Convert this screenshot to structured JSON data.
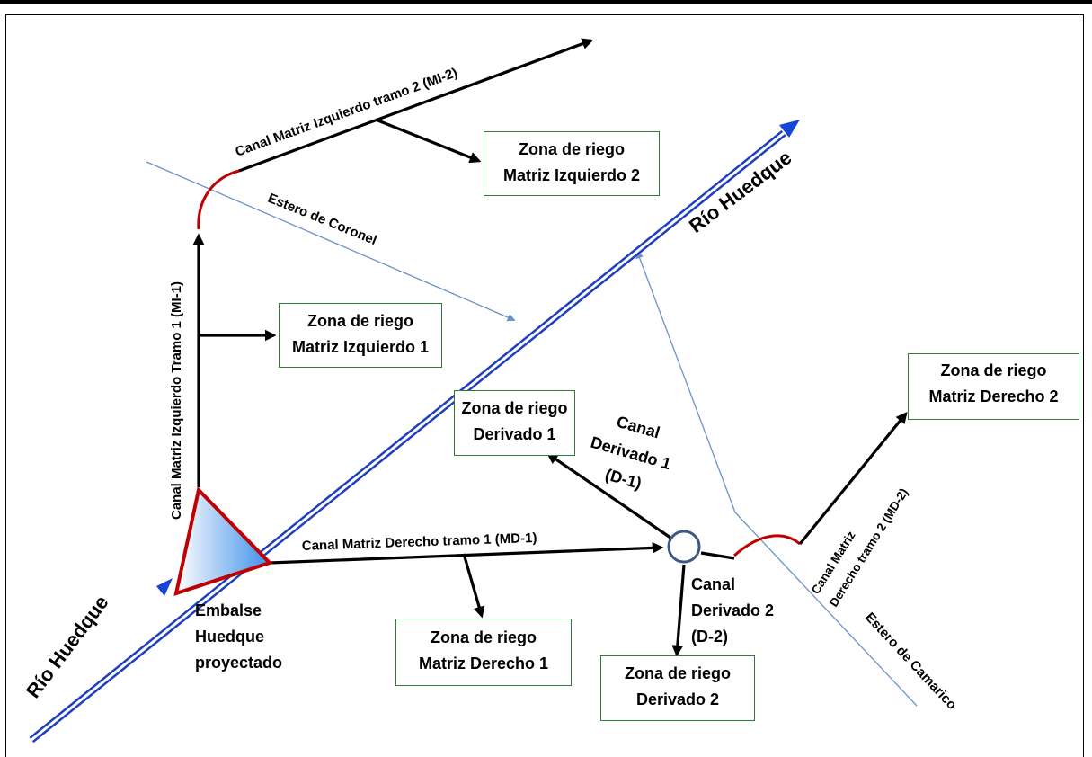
{
  "colors": {
    "river": "#1f3fbf",
    "river_arrow": "#1646d6",
    "stream": "#6a93c9",
    "canal": "#000000",
    "canal_curve": "#c00000",
    "reservoir_border": "#c00000",
    "zone_border": "#2e7d32",
    "node_border": "#3b5a82"
  },
  "river": {
    "label_bottom": "Río Huedque",
    "label_top": "Río Huedque"
  },
  "streams": {
    "coronel": "Estero de Coronel",
    "camarico": "Estero de Camarico"
  },
  "reservoir": {
    "line1": "Embalse",
    "line2": "Huedque",
    "line3": "proyectado"
  },
  "canals": {
    "mi1": "Canal Matriz Izquierdo  Tramo 1 (MI-1)",
    "mi2": "Canal Matriz Izquierdo  tramo 2 (MI-2)",
    "md1": "Canal Matriz  Derecho   tramo 1 (MD-1)",
    "md2_line1": "Canal Matriz",
    "md2_line2": "Derecho tramo 2 (MD-2)",
    "d1_line1": "Canal",
    "d1_line2": "Derivado 1",
    "d1_line3": "(D-1)",
    "d2_line1": "Canal",
    "d2_line2": "Derivado 2",
    "d2_line3": "(D-2)"
  },
  "zones": {
    "mi2": {
      "line1": "Zona de riego",
      "line2": "Matriz Izquierdo 2"
    },
    "mi1": {
      "line1": "Zona de riego",
      "line2": "Matriz Izquierdo 1"
    },
    "md2": {
      "line1": "Zona de riego",
      "line2": "Matriz  Derecho 2"
    },
    "d1": {
      "line1": "Zona de riego",
      "line2": "Derivado 1"
    },
    "md1": {
      "line1": "Zona de riego",
      "line2": "Matriz  Derecho 1"
    },
    "d2": {
      "line1": "Zona de riego",
      "line2": "Derivado 2"
    }
  }
}
